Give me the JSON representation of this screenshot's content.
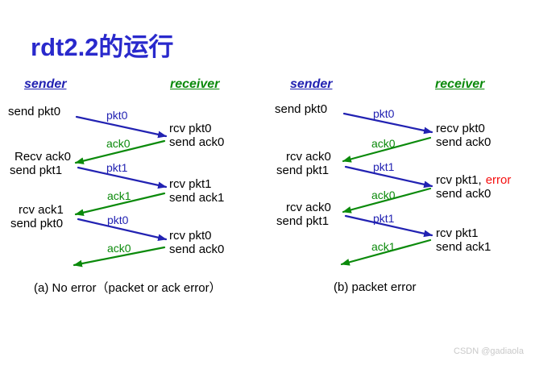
{
  "title": "rdt2.2的运行",
  "watermark": "CSDN @gadiaola",
  "colors": {
    "blue": "#2222b2",
    "green": "#0b8a0b",
    "red": "#f50f0f",
    "title": "#2929cc",
    "watermark_gray": "#c9c9c9"
  },
  "diagrams": [
    {
      "sender_header": "sender",
      "receiver_header": "receiver",
      "caption": "(a) No error（packet or ack error）",
      "arrow_labels": [
        "pkt0",
        "ack0",
        "pkt1",
        "ack1",
        "pkt0",
        "ack0"
      ],
      "sender_notes": [
        {
          "line1": "send pkt0"
        },
        {
          "line1": "Recv ack0",
          "line2": "send pkt1"
        },
        {
          "line1": "rcv ack1",
          "line2": "send pkt0"
        }
      ],
      "receiver_notes": [
        {
          "line1": "rcv pkt0",
          "line2": "send ack0"
        },
        {
          "line1": "rcv pkt1",
          "line2": "send ack1"
        },
        {
          "line1": "rcv pkt0",
          "line2": "send ack0"
        }
      ]
    },
    {
      "sender_header": "sender",
      "receiver_header": "receiver",
      "caption": "(b) packet error",
      "arrow_labels": [
        "pkt0",
        "ack0",
        "pkt1",
        "ack0",
        "pkt1",
        "ack1"
      ],
      "sender_notes": [
        {
          "line1": "send pkt0"
        },
        {
          "line1": "rcv ack0",
          "line2": "send pkt1"
        },
        {
          "line1": "rcv ack0",
          "line2": "send pkt1"
        }
      ],
      "receiver_notes": [
        {
          "line1": "recv pkt0",
          "line2": "send ack0"
        },
        {
          "line1": "rcv pkt1,",
          "line1_error": "error",
          "line2": "send ack0"
        },
        {
          "line1": "rcv pkt1",
          "line2": "send ack1"
        }
      ]
    }
  ]
}
